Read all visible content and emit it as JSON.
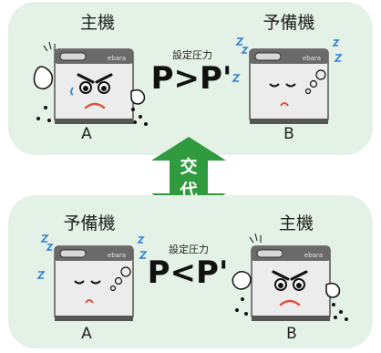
{
  "top": {
    "left_role": "主機",
    "right_role": "予備機",
    "title": "設定圧力",
    "formula": "P>P'",
    "left_unit": "A",
    "right_unit": "B"
  },
  "swap": {
    "line1": "交",
    "line2": "代"
  },
  "bottom": {
    "left_role": "予備機",
    "right_role": "主機",
    "title": "設定圧力",
    "formula": "P<P'",
    "left_unit": "A",
    "right_unit": "B"
  },
  "machine_brand": "ebara",
  "colors": {
    "panel": "#e4f1e6",
    "arrow": "#2f9a3e",
    "machine_body": "#ececec",
    "machine_top": "#6a6a6a"
  }
}
